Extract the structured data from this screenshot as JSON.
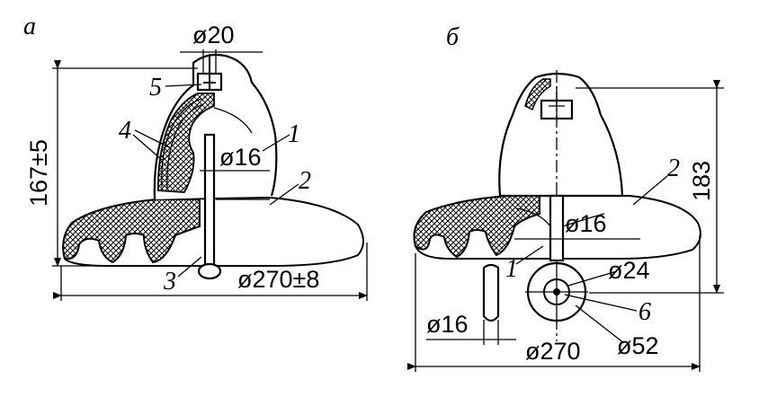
{
  "figure_a": {
    "panel_label": "а",
    "dim_cap_pin": "ø20",
    "dim_height": "167±5",
    "dim_pin": "ø16",
    "dim_diameter": "ø270±8",
    "callout_1": "1",
    "callout_2": "2",
    "callout_3": "3",
    "callout_4": "4",
    "callout_5": "5"
  },
  "figure_b": {
    "panel_label": "б",
    "dim_height": "183",
    "dim_pin": "ø16",
    "dim_eye_inner": "ø24",
    "dim_eye_outer": "ø52",
    "dim_tongue": "ø16",
    "dim_diameter": "ø270",
    "callout_1": "1",
    "callout_2": "2",
    "callout_6": "6"
  }
}
